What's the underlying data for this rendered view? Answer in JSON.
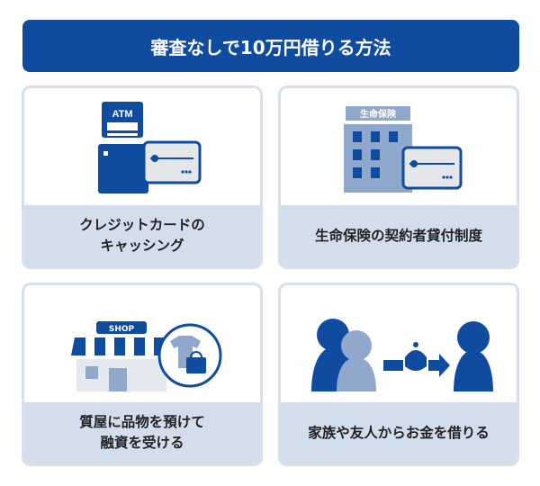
{
  "title": "審査なしで10万円借りる方法",
  "cards": [
    {
      "lines": [
        "クレジットカードの",
        "キャッシング"
      ],
      "icon_text": "ATM"
    },
    {
      "lines": [
        "生命保険の契約者貸付制度"
      ],
      "icon_text": "生命保険"
    },
    {
      "lines": [
        "質屋に品物を預けて",
        "融資を受ける"
      ],
      "icon_text": "SHOP"
    },
    {
      "lines": [
        "家族や友人からお金を借りる"
      ]
    }
  ],
  "colors": {
    "primary": "#0f4c9f",
    "light": "#d3deec",
    "mid": "#8fa8cc"
  }
}
